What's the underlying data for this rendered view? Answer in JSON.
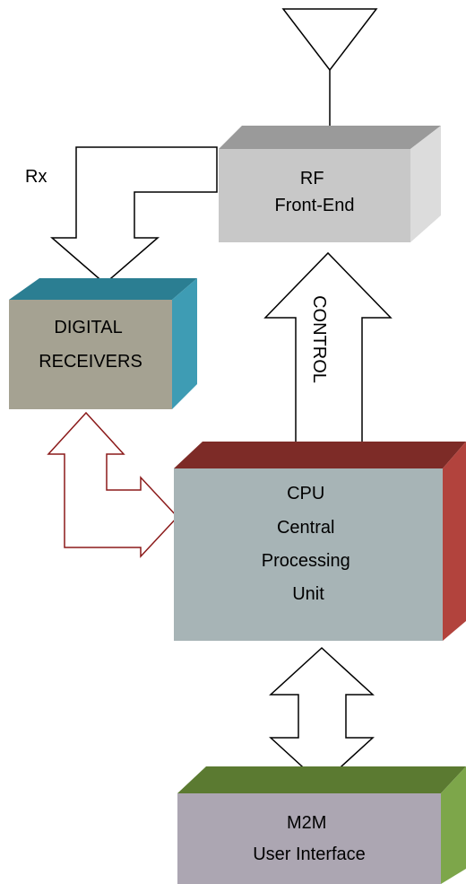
{
  "labels": {
    "rx": "Rx",
    "control": "CONTROL"
  },
  "blocks": {
    "rf": {
      "lines": [
        "RF",
        "Front-End"
      ],
      "front": "#c8c8c8",
      "top": "#9a9a9a",
      "side": "#dcdcdc"
    },
    "digital": {
      "lines": [
        "DIGITAL",
        "RECEIVERS"
      ],
      "front": "#a5a292",
      "top": "#2b7e92",
      "side": "#3e9cb4"
    },
    "cpu": {
      "lines": [
        "CPU",
        "Central",
        "Processing",
        "Unit"
      ],
      "front": "#a7b4b6",
      "top": "#7d2b27",
      "side": "#b2433d"
    },
    "m2m": {
      "lines": [
        "M2M",
        "User Interface"
      ],
      "front": "#aca6b2",
      "top": "#5b7a31",
      "side": "#7da64a"
    }
  },
  "colors": {
    "arrow_outline": "#000000",
    "bidirectional_arrow_outline": "#8b1a1a"
  }
}
